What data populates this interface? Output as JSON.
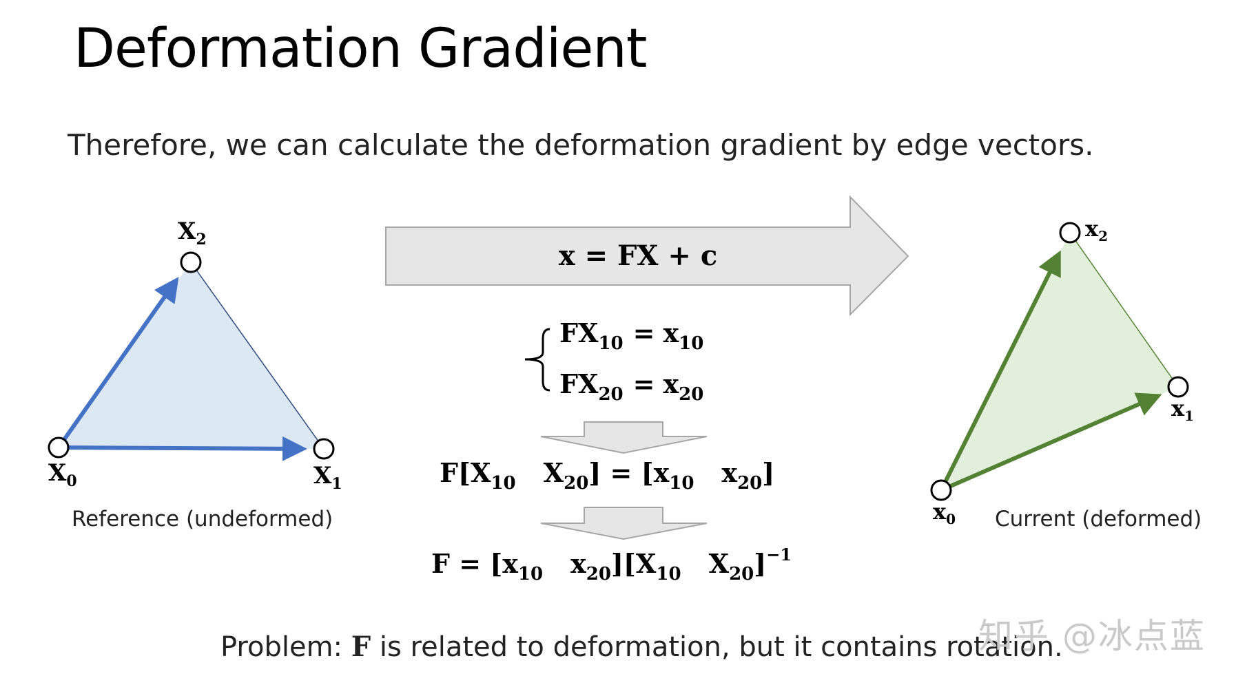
{
  "title": "Deformation Gradient",
  "subtitle": "Therefore, we can calculate the deformation gradient by edge vectors.",
  "reference": {
    "caption": "Reference (undeformed)",
    "labels": {
      "x0": "X",
      "x1": "X",
      "x2": "X",
      "s0": "0",
      "s1": "1",
      "s2": "2"
    }
  },
  "current": {
    "caption": "Current (deformed)",
    "labels": {
      "x0": "x",
      "x1": "x",
      "x2": "x",
      "s0": "0",
      "s1": "1",
      "s2": "2"
    }
  },
  "equations": {
    "transform": "x = FX + c",
    "sys1_lhs": "FX",
    "sys1_sub": "10",
    "sys1_eq": "=",
    "sys1_rhs": "x",
    "sys1_rsub": "10",
    "sys2_lhs": "FX",
    "sys2_sub": "20",
    "sys2_eq": "=",
    "sys2_rhs": "x",
    "sys2_rsub": "20",
    "matrix_eq": {
      "a": "F[X",
      "a_sub": "10",
      "b": "X",
      "b_sub": "20",
      "c": "] = [x",
      "c_sub": "10",
      "d": "x",
      "d_sub": "20",
      "e": "]"
    },
    "solution": {
      "a": "F = [x",
      "a_sub": "10",
      "b": "x",
      "b_sub": "20",
      "c": "][X",
      "c_sub": "10",
      "d": "X",
      "d_sub": "20",
      "e": "]",
      "sup": "−1"
    }
  },
  "problem": {
    "prefix": "Problem: ",
    "symbol": "F",
    "suffix": " is related to deformation, but it contains rotation."
  },
  "watermark": "知乎 @冰点蓝",
  "colors": {
    "ref_fill": "#dde8f5",
    "ref_edge": "#4472c4",
    "cur_fill": "#e2efda",
    "cur_edge": "#548235",
    "arrow_fill": "#e6e6e6",
    "arrow_stroke": "#a6a6a6"
  }
}
